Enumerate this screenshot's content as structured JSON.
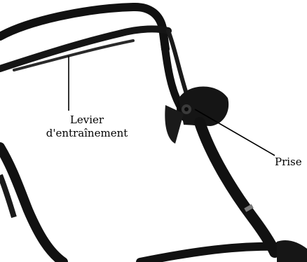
{
  "labels": {
    "levier_line1": "Levier",
    "levier_line2": "d'entraînement",
    "prise": "Prise"
  },
  "colors": {
    "ink": "#000000",
    "handle": "#111111",
    "background": "#ffffff"
  }
}
